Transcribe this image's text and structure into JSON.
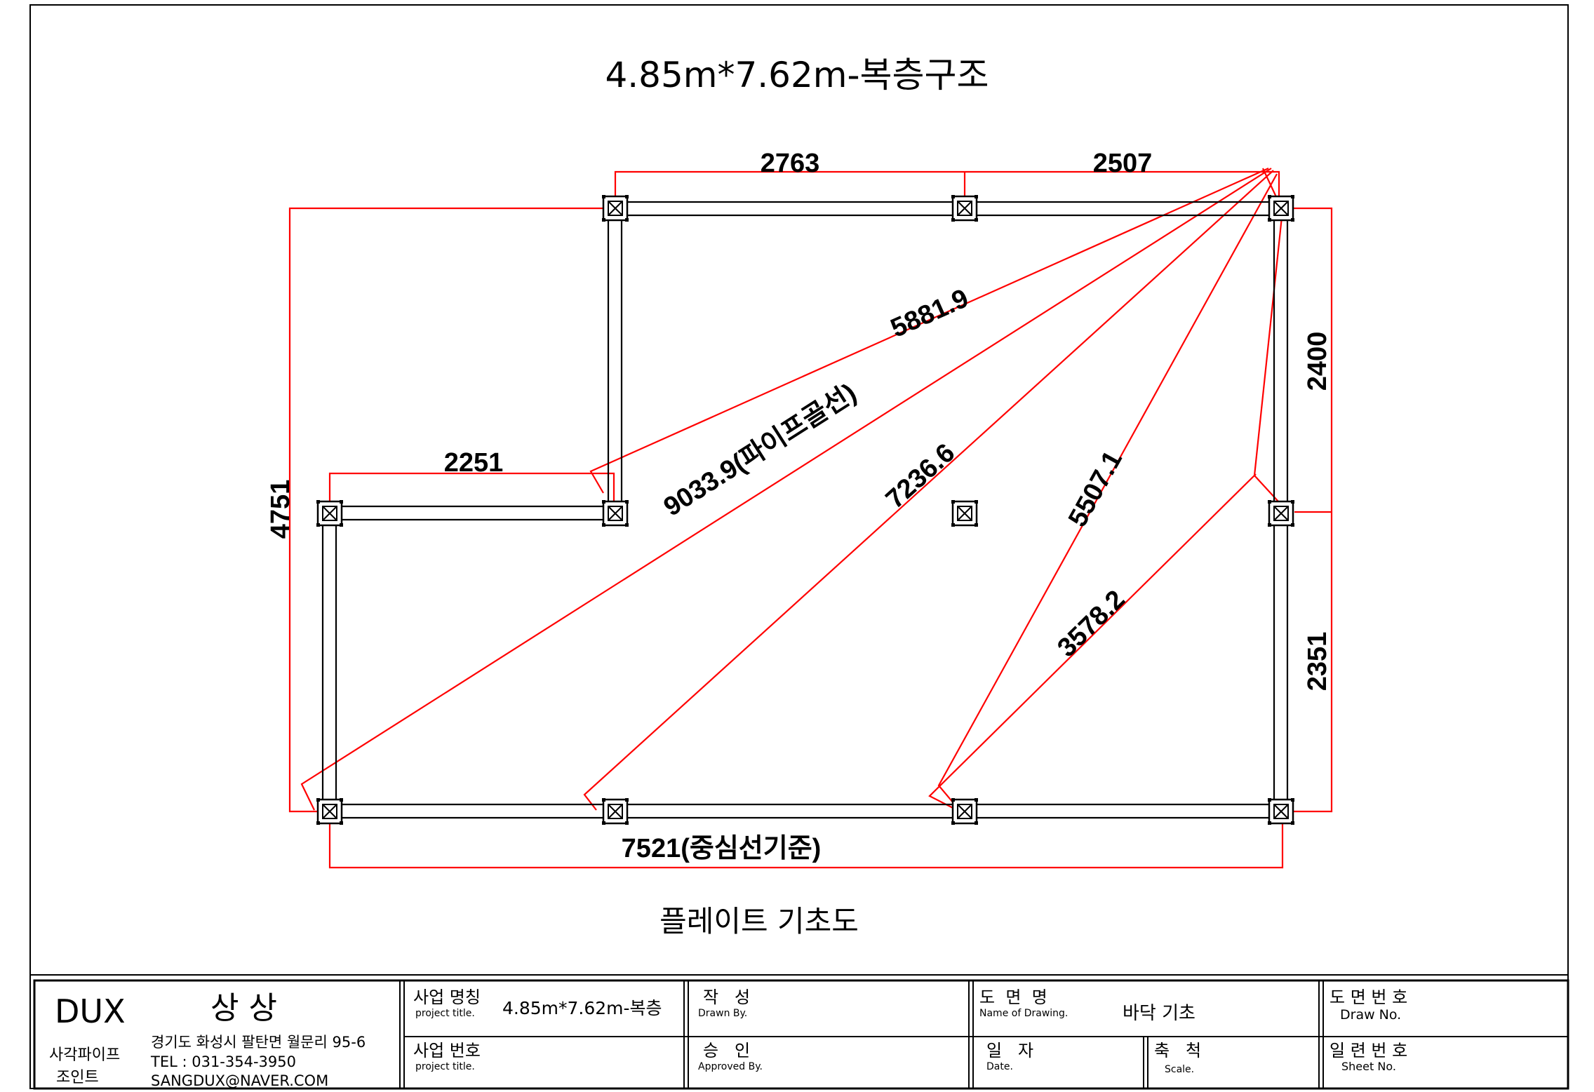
{
  "drawing": {
    "title": "4.85m*7.62m-복층구조",
    "subtitle": "플레이트 기초도",
    "dimensions": {
      "top_left": "2763",
      "top_right": "2507",
      "right_upper": "2400",
      "right_lower": "2351",
      "left_height": "4751",
      "step_width": "2251",
      "bottom": "7521(중심선기준)",
      "diag_1": "5881.9",
      "diag_2": "9033.9(파이프골선)",
      "diag_3": "7236.6",
      "diag_4": "5507.1",
      "diag_5": "3578.2"
    },
    "colors": {
      "dimension_lines": "#ff0000",
      "structure": "#000000"
    }
  },
  "title_block": {
    "company": {
      "brand": "DUX",
      "name": "상 상",
      "product_line1": "사각파이프",
      "product_line2": "조인트",
      "address": "경기도 화성시 팔탄면 월문리 95-6",
      "tel": "TEL : 031-354-3950",
      "email": "SANGDUX@NAVER.COM"
    },
    "project_name_label": "사업 명칭",
    "project_name_sub": "project title.",
    "project_name_value": "4.85m*7.62m-복층",
    "project_no_label": "사업 번호",
    "project_no_sub": "project title.",
    "drawn_by_label": "작   성",
    "drawn_by_sub": "Drawn By.",
    "approved_by_label": "승   인",
    "approved_by_sub": "Approved By.",
    "drawing_name_label": "도  면  명",
    "drawing_name_sub": "Name of Drawing.",
    "drawing_name_value": "바닥 기초",
    "date_label": "일   자",
    "date_sub": "Date.",
    "scale_label": "축   척",
    "scale_sub": "Scale.",
    "drawing_no_label": "도 면 번 호",
    "drawing_no_sub": "Draw No.",
    "sheet_no_label": "일 련 번 호",
    "sheet_no_sub": "Sheet No."
  }
}
